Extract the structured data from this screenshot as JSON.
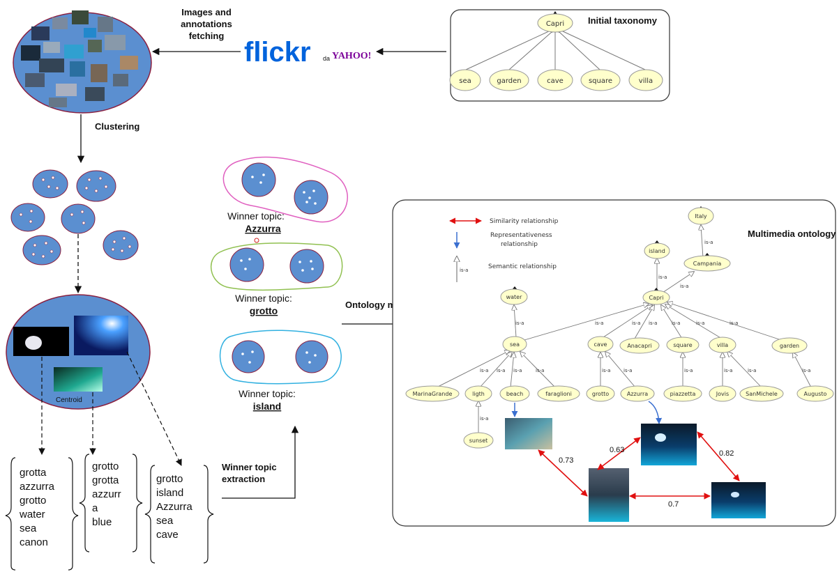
{
  "flow": {
    "fetch_label_1": "Images and",
    "fetch_label_2": "annotations",
    "fetch_label_3": "fetching",
    "clustering_label": "Clustering",
    "ontology_managing_label": "Ontology managing",
    "winner_extraction_1": "Winner topic",
    "winner_extraction_2": "extraction",
    "centroid_label": "Centroid"
  },
  "flickr": {
    "logo": "flickr",
    "suffix": "da",
    "yahoo": "YAHOO!"
  },
  "initial_taxonomy": {
    "title": "Initial taxonomy",
    "root": "Capri",
    "children": [
      "sea",
      "garden",
      "cave",
      "square",
      "villa"
    ]
  },
  "winner_topics": [
    {
      "prefix": "Winner topic:",
      "name": "Azzurra"
    },
    {
      "prefix": "Winner topic:",
      "name": "grotto"
    },
    {
      "prefix": "Winner topic:",
      "name": "island"
    }
  ],
  "tag_lists": [
    [
      "grotta",
      "azzurra",
      "grotto",
      "water",
      "sea",
      "canon"
    ],
    [
      "grotto",
      "grotta",
      "azzurr",
      "a",
      "blue"
    ],
    [
      "grotto",
      "island",
      "Azzurra",
      "sea",
      "cave"
    ]
  ],
  "multimedia_ontology": {
    "title": "Multimedia ontology",
    "legend": {
      "similarity": "Similarity relationship",
      "representativeness_1": "Representativeness",
      "representativeness_2": "relationship",
      "semantic": "Semantic relationship",
      "isa": "is-a"
    },
    "nodes": {
      "italy": "Italy",
      "island": "island",
      "campania": "Campania",
      "capri": "Capri",
      "water": "water",
      "sea": "sea",
      "cave": "cave",
      "anacapri": "Anacapri",
      "square": "square",
      "villa": "villa",
      "garden": "garden",
      "marinagrande": "MarinaGrande",
      "ligth": "ligth",
      "beach": "beach",
      "faraglioni": "faraglioni",
      "grotto": "grotto",
      "azzurra": "Azzurra",
      "piazzetta": "piazzetta",
      "jovis": "Jovis",
      "sanmichele": "SanMichele",
      "augusto": "Augusto",
      "sunset": "sunset"
    },
    "isa_label": "is-a",
    "similarities": [
      "0.73",
      "0.63",
      "0.82",
      "0.7"
    ]
  },
  "colors": {
    "cluster_fill": "#5b8fd0",
    "cluster_stroke": "#8a2040",
    "node_fill": "#ffffcc",
    "similarity_arrow": "#e01010",
    "representativeness_arrow": "#3a6fd0",
    "topic1_outline": "#e060c0",
    "topic2_outline": "#90c050",
    "topic3_outline": "#30b0e0"
  }
}
